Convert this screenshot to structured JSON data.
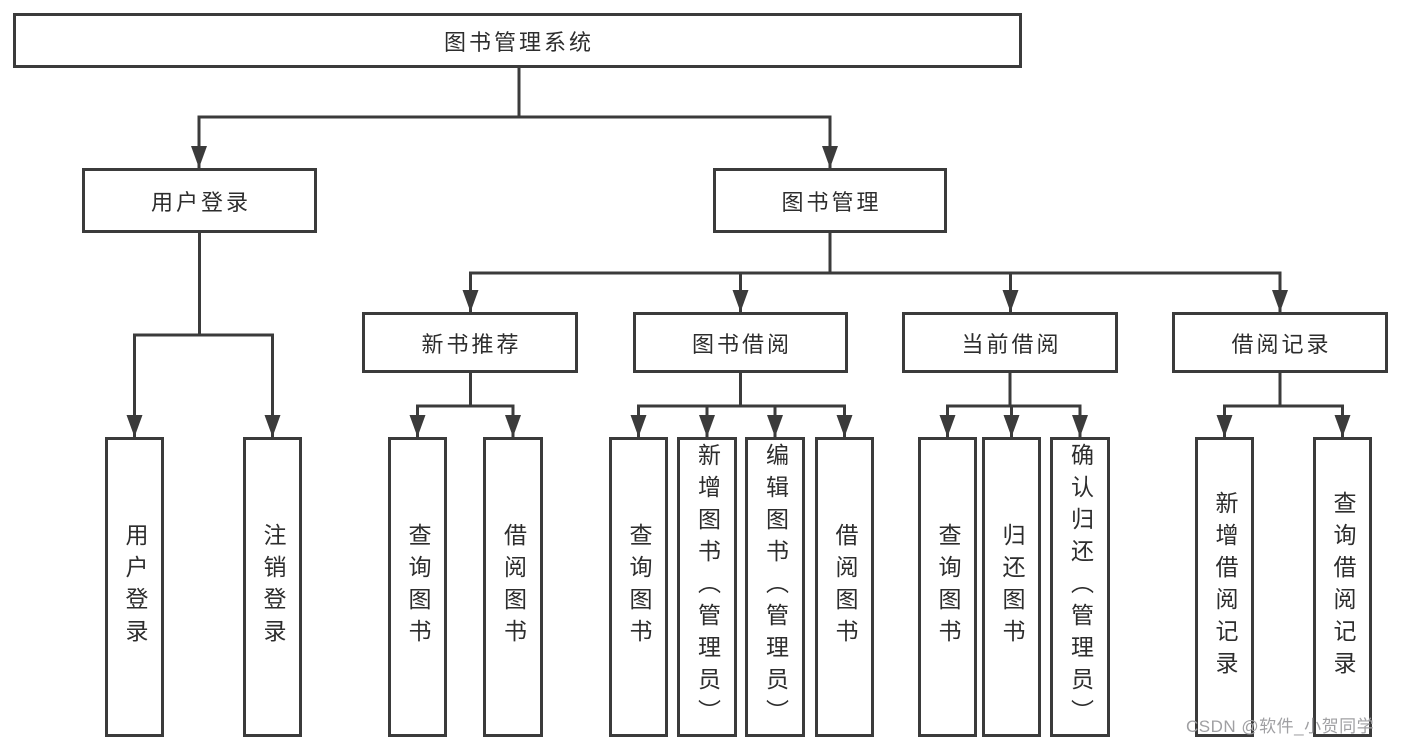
{
  "tree": {
    "root": {
      "label": "图书管理系统",
      "children": [
        {
          "label": "用户登录",
          "children": [
            {
              "label": "用户登录"
            },
            {
              "label": "注销登录"
            }
          ]
        },
        {
          "label": "图书管理",
          "children": [
            {
              "label": "新书推荐",
              "children": [
                {
                  "label": "查询图书"
                },
                {
                  "label": "借阅图书"
                }
              ]
            },
            {
              "label": "图书借阅",
              "children": [
                {
                  "label": "查询图书"
                },
                {
                  "label": "新增图书（管理员）"
                },
                {
                  "label": "编辑图书（管理员）"
                },
                {
                  "label": "借阅图书"
                }
              ]
            },
            {
              "label": "当前借阅",
              "children": [
                {
                  "label": "查询图书"
                },
                {
                  "label": "归还图书"
                },
                {
                  "label": "确认归还（管理员）"
                }
              ]
            },
            {
              "label": "借阅记录",
              "children": [
                {
                  "label": "新增借阅记录"
                },
                {
                  "label": "查询借阅记录"
                }
              ]
            }
          ]
        }
      ]
    }
  },
  "watermark": {
    "text": "CSDN @软件_小贺同学"
  },
  "colors": {
    "line": "#3b3b3b",
    "text": "#2d2d2d",
    "box_fill": "#ffffff",
    "background": "#ffffff",
    "watermark": "#a0a0a3"
  }
}
